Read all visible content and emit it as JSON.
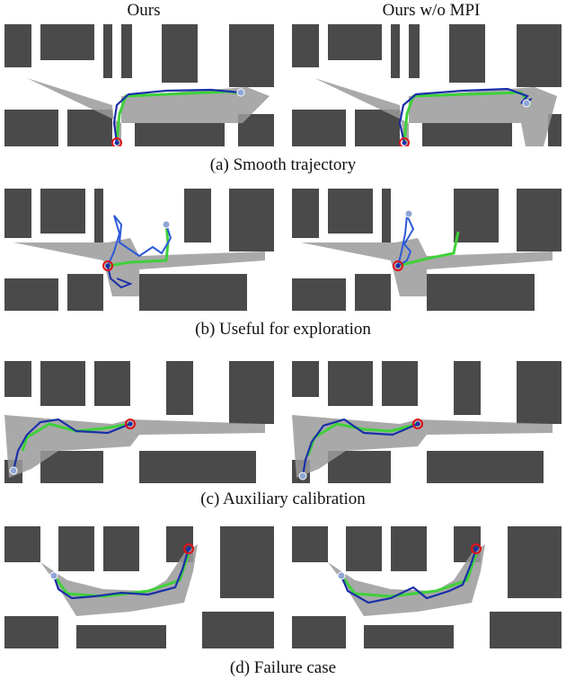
{
  "column_headers": [
    "Ours",
    "Ours w/o MPI"
  ],
  "rows": [
    {
      "caption": "(a) Smooth trajectory"
    },
    {
      "caption": "(b) Useful for exploration"
    },
    {
      "caption": "(c) Auxiliary calibration"
    },
    {
      "caption": "(d) Failure case"
    }
  ],
  "colors": {
    "wall": "#4a4a4a",
    "free": "#ffffff",
    "explored": "#9a9a9a",
    "trajectory": "#1a2fa8",
    "shortest_path": "#3fd13a",
    "start_marker": "#e0101a",
    "goal_marker": "#8fa6d6"
  }
}
